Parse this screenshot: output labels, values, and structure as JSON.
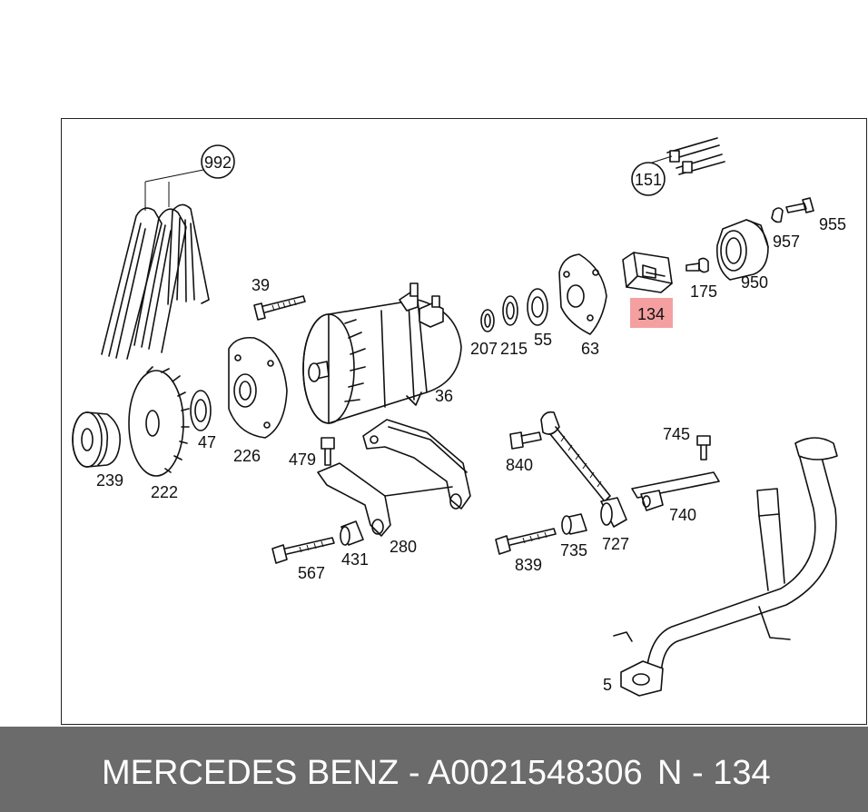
{
  "caption": {
    "part_text": "MERCEDES BENZ - A0021548306",
    "number_text": "N - 134"
  },
  "callouts": {
    "c992": "992",
    "c151": "151",
    "c39": "39",
    "c955": "955",
    "c957": "957",
    "c950": "950",
    "c175": "175",
    "c134": "134",
    "c207": "207",
    "c215": "215",
    "c55": "55",
    "c63": "63",
    "c36": "36",
    "c47": "47",
    "c226": "226",
    "c239": "239",
    "c222": "222",
    "c479": "479",
    "c280": "280",
    "c431": "431",
    "c567": "567",
    "c745": "745",
    "c840": "840",
    "c740": "740",
    "c727": "727",
    "c735": "735",
    "c839": "839",
    "c5": "5"
  },
  "colors": {
    "highlight": "#f4a0a0",
    "caption_bar": "#6b6b6b",
    "caption_text": "#ffffff"
  }
}
